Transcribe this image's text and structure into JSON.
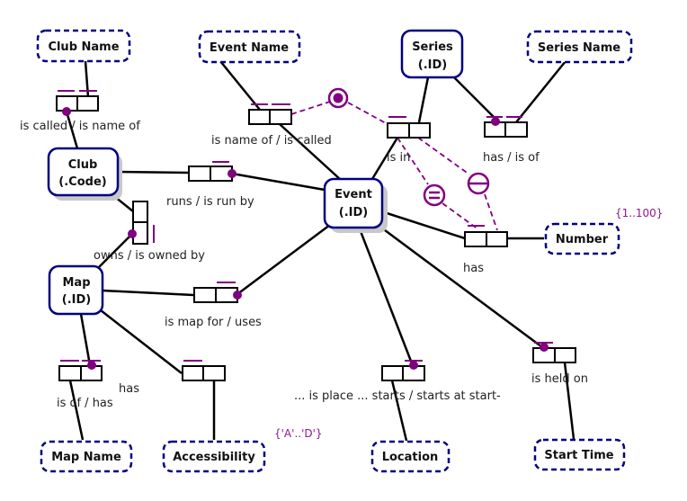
{
  "diagram": {
    "type": "ORM conceptual schema",
    "entities": [
      {
        "id": "club",
        "line1": "Club",
        "line2": "(.Code)"
      },
      {
        "id": "event",
        "line1": "Event",
        "line2": "(.ID)"
      },
      {
        "id": "series",
        "line1": "Series",
        "line2": "(.ID)"
      },
      {
        "id": "map",
        "line1": "Map",
        "line2": "(.ID)"
      }
    ],
    "value_types": [
      {
        "id": "club-name",
        "label": "Club Name"
      },
      {
        "id": "event-name",
        "label": "Event Name"
      },
      {
        "id": "series-name",
        "label": "Series Name"
      },
      {
        "id": "number",
        "label": "Number"
      },
      {
        "id": "map-name",
        "label": "Map Name"
      },
      {
        "id": "accessibility",
        "label": "Accessibility"
      },
      {
        "id": "location",
        "label": "Location"
      },
      {
        "id": "start-time",
        "label": "Start Time"
      }
    ],
    "fact_types": [
      {
        "id": "club-name-fact",
        "reading": "is called / is name of"
      },
      {
        "id": "event-name-fact",
        "reading": "is name of / is called"
      },
      {
        "id": "event-series-fact",
        "reading": "is in"
      },
      {
        "id": "series-name-fact",
        "reading": "has / is of"
      },
      {
        "id": "club-event-fact",
        "reading": "runs / is run by"
      },
      {
        "id": "club-map-fact",
        "reading": "owns / is owned by"
      },
      {
        "id": "event-number-fact",
        "reading": "has"
      },
      {
        "id": "map-event-fact",
        "reading": "is map for / uses"
      },
      {
        "id": "map-name-fact",
        "reading": "is of / has"
      },
      {
        "id": "map-access-fact",
        "reading": "has"
      },
      {
        "id": "event-location-fact",
        "reading": "... is place ... starts / starts at start-"
      },
      {
        "id": "event-time-fact",
        "reading": "is held on"
      }
    ],
    "value_constraints": {
      "number": "{1..100}",
      "accessibility": "{'A'..'D'}"
    },
    "constraint_symbols": {
      "external_unique": "external-uniqueness-icon",
      "equality": "equality-icon",
      "exclusion": "exclusion-icon"
    },
    "colors": {
      "entity_border": "#000080",
      "constraint": "#800080",
      "link": "#000000"
    }
  }
}
